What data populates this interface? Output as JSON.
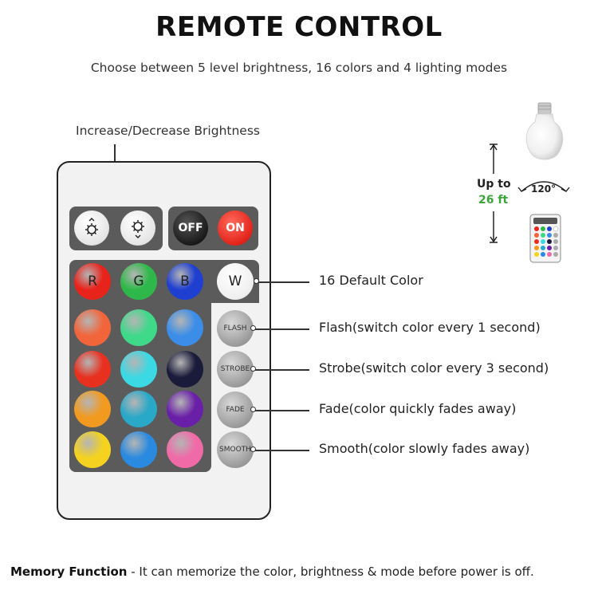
{
  "header": {
    "title": "REMOTE CONTROL",
    "subtitle": "Choose between 5 level brightness, 16 colors and 4 lighting modes"
  },
  "brightness": {
    "label": "Increase/Decrease Brightness"
  },
  "remote": {
    "power": {
      "off_label": "OFF",
      "on_label": "ON",
      "off_color": "#111111",
      "on_color": "#e2231a"
    },
    "top_row": [
      {
        "label": "R",
        "color": "#e8231c"
      },
      {
        "label": "G",
        "color": "#2fb84a"
      },
      {
        "label": "B",
        "color": "#1f3fd0"
      },
      {
        "label": "W",
        "color": "#ffffff"
      }
    ],
    "color_grid": [
      [
        "#f2653b",
        "#3fd98a",
        "#3b8de8"
      ],
      [
        "#e8301f",
        "#3ad9e4",
        "#1a1a3a"
      ],
      [
        "#f29a1f",
        "#2aa8c8",
        "#6a1fa8"
      ],
      [
        "#f5d21f",
        "#2a8ae0",
        "#f06aa8"
      ]
    ],
    "modes": [
      {
        "label": "FLASH"
      },
      {
        "label": "STROBE"
      },
      {
        "label": "FADE"
      },
      {
        "label": "SMOOTH"
      }
    ]
  },
  "callouts": {
    "default_color": "16 Default Color",
    "flash": "Flash(switch color every 1 second)",
    "strobe": "Strobe(switch color every 3 second)",
    "fade": "Fade(color quickly fades away)",
    "smooth": "Smooth(color slowly fades away)"
  },
  "range": {
    "up_to": "Up to",
    "distance": "26 ft",
    "angle": "120°",
    "accent_color": "#3aa63a"
  },
  "footer": {
    "bold": "Memory Function",
    "text": " - It can memorize the color, brightness & mode before power is off."
  }
}
